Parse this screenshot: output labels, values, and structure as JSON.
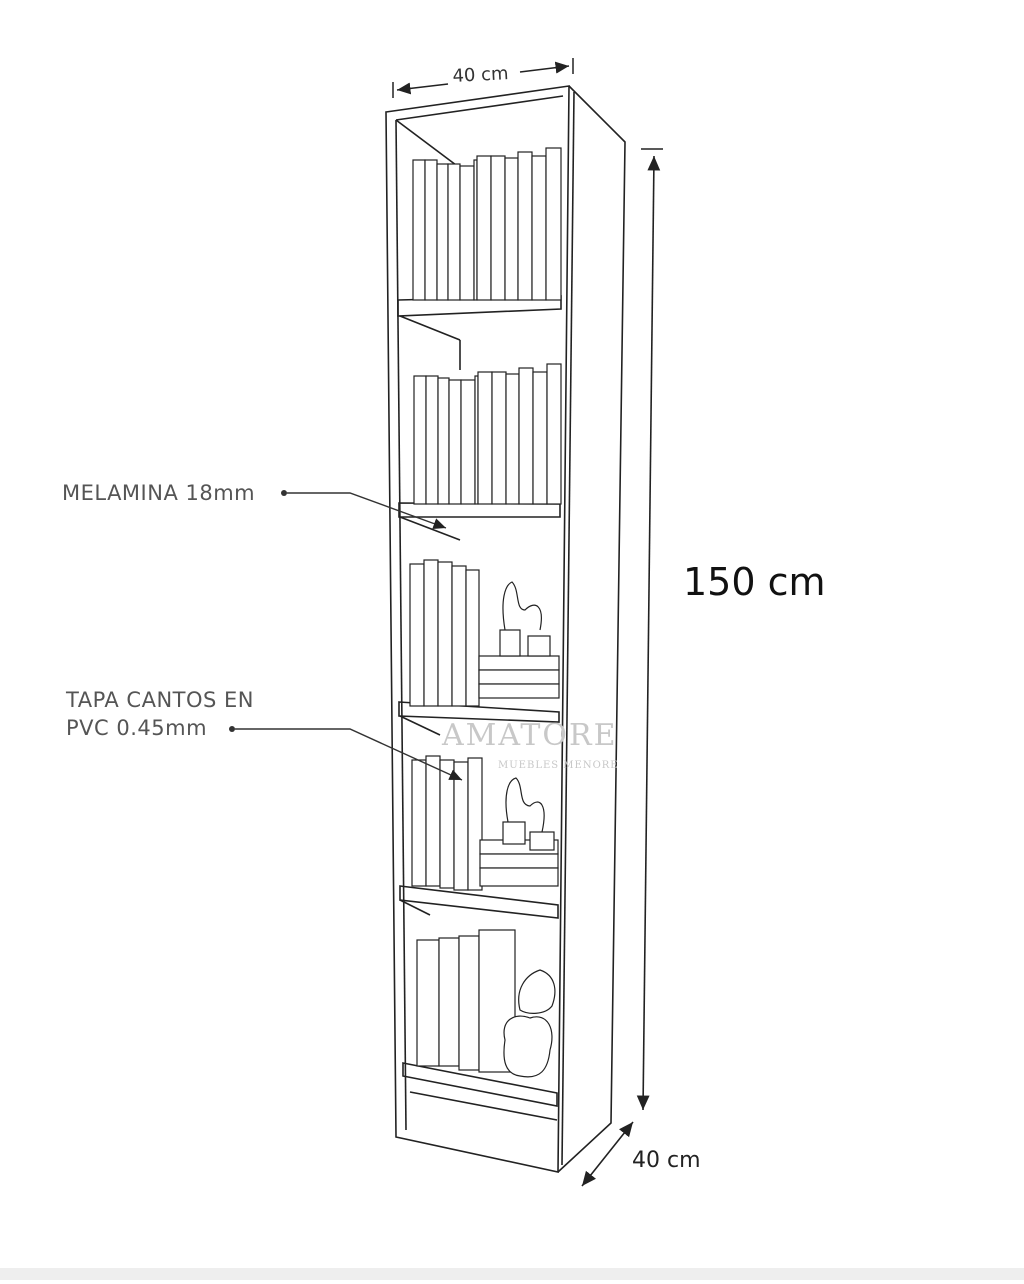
{
  "dimensions": {
    "width_top": "40 cm",
    "height": "150 cm",
    "depth": "40 cm"
  },
  "annotations": [
    {
      "text": "MELAMINA 18mm"
    },
    {
      "line1": "TAPA CANTOS EN",
      "line2": "PVC 0.45mm"
    }
  ],
  "watermark": {
    "brand": "AMATORE",
    "tagline": "MUEBLES MENORE"
  },
  "colors": {
    "line": "#222222",
    "annotation_text": "#555555",
    "watermark": "#c8c8c8",
    "background": "#ffffff"
  }
}
